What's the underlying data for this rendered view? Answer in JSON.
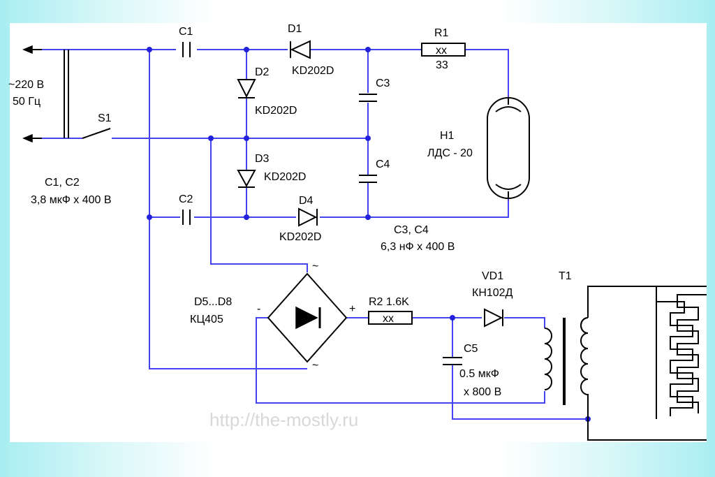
{
  "labels": {
    "mains_voltage": "~220 В",
    "mains_freq": "50 Гц",
    "s1": "S1",
    "c1": "C1",
    "c2": "C2",
    "c1c2_name": "C1, C2",
    "c1c2_value": "3,8 мкФ х 400 В",
    "d1": "D1",
    "d1_type": "KD202D",
    "d2": "D2",
    "d2_type": "KD202D",
    "d3": "D3",
    "d3_type": "KD202D",
    "d4": "D4",
    "d4_type": "KD202D",
    "c3": "C3",
    "c4": "C4",
    "c3c4_name": "C3, C4",
    "c3c4_value": "6,3 нФ х 400 В",
    "r1": "R1",
    "r1_mark": "xx",
    "r1_value": "33",
    "h1": "H1",
    "h1_type": "ЛДС - 20",
    "bridge_name": "D5...D8",
    "bridge_type": "КЦ405",
    "bridge_minus": "-",
    "bridge_plus": "+",
    "bridge_ac_top": "~",
    "bridge_ac_bottom": "~",
    "r2_value": "R2  1.6K",
    "r2_mark": "xx",
    "vd1": "VD1",
    "vd1_type": "КН102Д",
    "c5": "C5",
    "c5_value1": "0.5 мкФ",
    "c5_value2": "х 800 В",
    "t1": "T1",
    "watermark": "http://the-mostly.ru"
  },
  "colors": {
    "wire": "#4444ee",
    "node": "#2222dd",
    "component": "#000000"
  }
}
